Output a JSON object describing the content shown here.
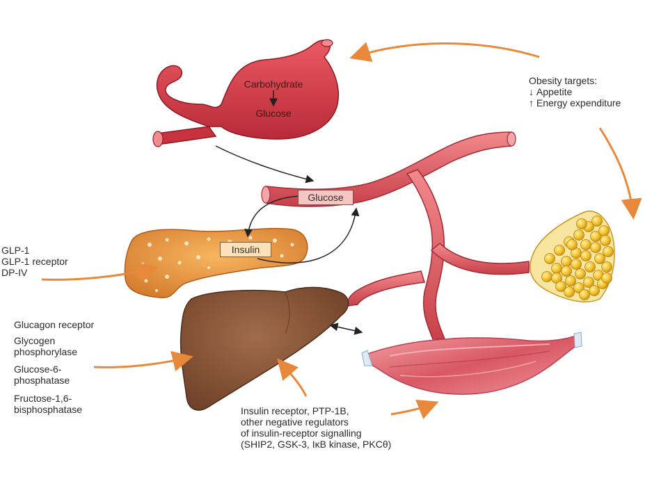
{
  "stomach": {
    "carbohydrate": "Carbohydrate",
    "glucose": "Glucose"
  },
  "blood_vessel": {
    "glucose_label": "Glucose"
  },
  "pancreas": {
    "insulin_label": "Insulin"
  },
  "obesity_targets": {
    "title": "Obesity targets:",
    "appetite_arrow": "↓",
    "appetite": "Appetite",
    "energy_arrow": "↑",
    "energy": "Energy expenditure"
  },
  "pancreas_targets": [
    "GLP-1",
    "GLP-1 receptor",
    "DP-IV"
  ],
  "liver_targets": {
    "glucagon_receptor": "Glucagon receptor",
    "glycogen_phosphorylase": [
      "Glycogen",
      "phosphorylase"
    ],
    "glucose_6_phosphatase": [
      "Glucose-6-",
      "phosphatase"
    ],
    "fructose_bisphosphatase": [
      "Fructose-1,6-",
      "bisphosphatase"
    ]
  },
  "muscle_targets": [
    "Insulin receptor, PTP-1B,",
    "other negative regulators",
    "of insulin-receptor signalling",
    "(SHIP2, GSK-3, IκB kinase, PKCθ)"
  ],
  "colors": {
    "stomach": "#d63c48",
    "vessel": "#e36a6e",
    "pancreas": "#f2a04c",
    "liver": "#8a5a3c",
    "fat": "#f2c230",
    "muscle": "#e8707a",
    "orange_arrow": "#e8883a"
  }
}
